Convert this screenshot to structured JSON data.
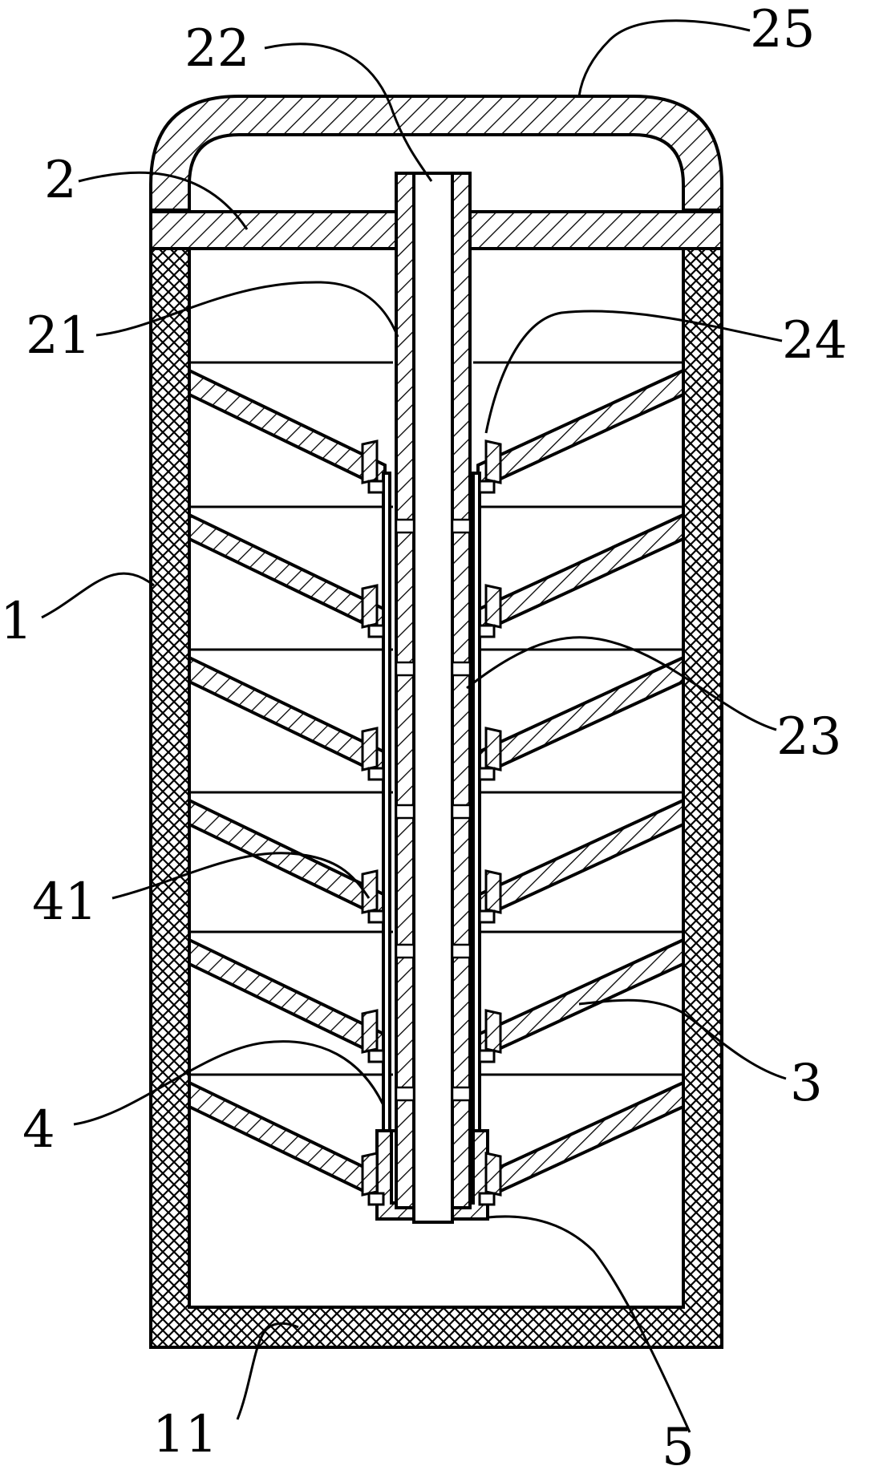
{
  "figure": {
    "labels": {
      "l22": "22",
      "l25": "25",
      "l2": "2",
      "l21": "21",
      "l24": "24",
      "l1": "1",
      "l23": "23",
      "l41": "41",
      "l3": "3",
      "l4": "4",
      "l11": "11",
      "l5": "5"
    }
  }
}
